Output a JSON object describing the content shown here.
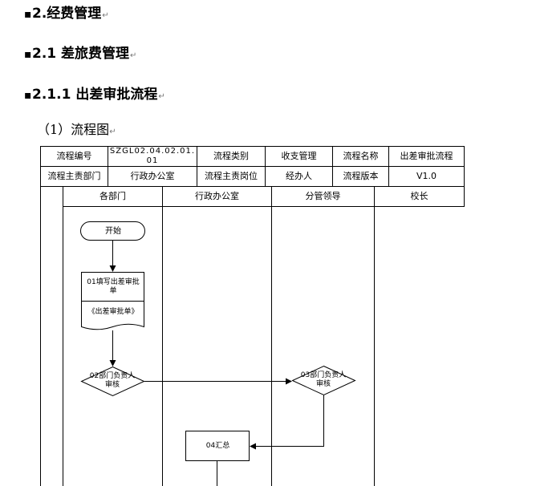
{
  "headings": {
    "h1": "2.经费管理",
    "h2": "2.1 差旅费管理",
    "h3": "2.1.1 出差审批流程",
    "h4": "（1）流程图",
    "bullet": "▪",
    "para_mark": "↵"
  },
  "info_table": {
    "row1": [
      "流程编号",
      "SZGL02.04.02.01.01",
      "流程类别",
      "收支管理",
      "流程名称",
      "出差审批流程"
    ],
    "row2": [
      "流程主责部门",
      "行政办公室",
      "流程主责岗位",
      "经办人",
      "流程版本",
      "V1.0"
    ]
  },
  "lanes": [
    "各部门",
    "行政办公室",
    "分管领导",
    "校长"
  ],
  "nodes": {
    "start": "开始",
    "n01_title": "01填写出差审批单",
    "n01_doc": "《出差审批单》",
    "n02": "02部门负责人审核",
    "n03": "03部门负责人审核",
    "n04": "04汇总"
  }
}
